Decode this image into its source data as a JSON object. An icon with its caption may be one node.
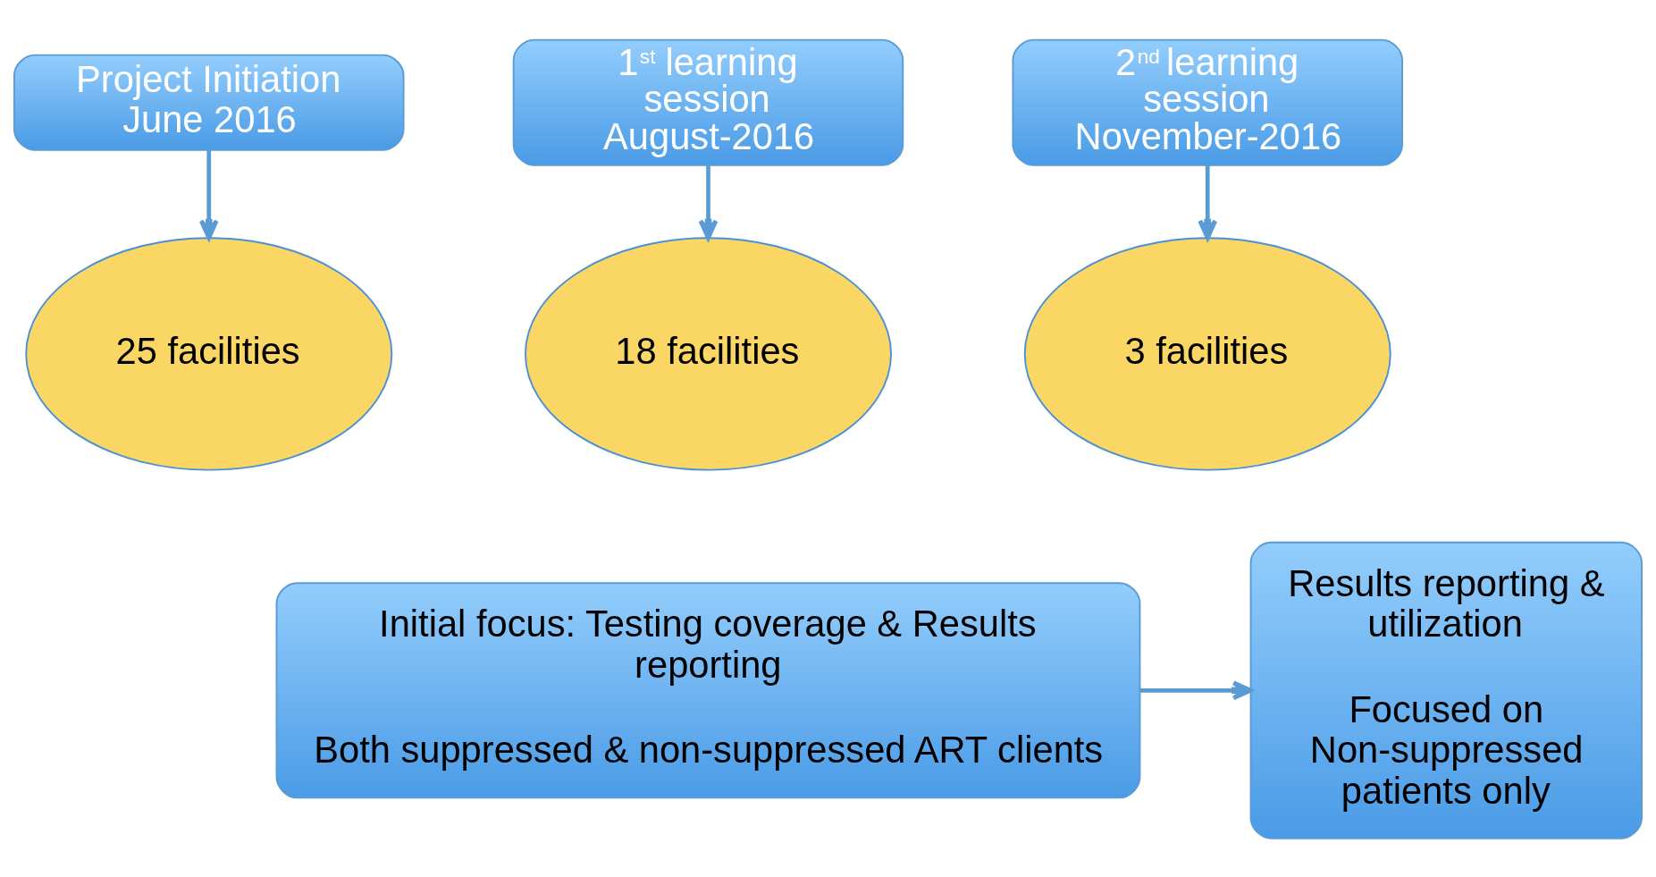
{
  "diagram": {
    "nodes": [
      {
        "text": [
          "Project Initiation June 2016"
        ]
      },
      {
        "text": [
          "1$^{st}$ learning session August-2016"
        ]
      },
      {
        "text": [
          "2$^{nd}$ learning session November-2016"
        ]
      },
      {
        "text": [
          "25 facilities"
        ]
      },
      {
        "text": [
          "18 facilities"
        ]
      },
      {
        "text": [
          "3 facilities"
        ]
      },
      {
        "text": [
          "Initial focus: Testing coverage & Results reporting",
          "Both suppressed & non-suppressed ART clients"
        ]
      },
      {
        "text": [
          "Results reporting & utilization",
          "Focused on Non-suppressed patients only"
        ]
      }
    ],
    "edges": [
      {
        "from": 0,
        "to": 3,
        "arrow": "to"
      },
      {
        "from": 1,
        "to": 4,
        "arrow": "to"
      },
      {
        "from": 2,
        "to": 5,
        "arrow": "to"
      },
      {
        "from": 6,
        "to": 7,
        "arrow": "to"
      }
    ]
  }
}
